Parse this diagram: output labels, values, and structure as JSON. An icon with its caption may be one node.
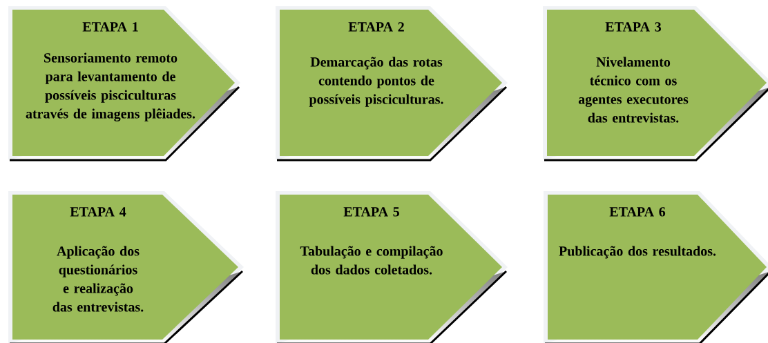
{
  "diagram": {
    "nodes": [
      {
        "text": [
          "ETAPA 1",
          "Sensoriamento remoto para levantamento de possíveis pisciculturas através de imagens plêiades."
        ]
      },
      {
        "text": [
          "ETAPA 2",
          "Demarcação das rotas contendo pontos de possíveis pisciculturas."
        ]
      },
      {
        "text": [
          "ETAPA 3",
          "Nivelamento técnico com os agentes executores das entrevistas."
        ]
      },
      {
        "text": [
          "ETAPA 4",
          "Aplicação dos questionários e realização das entrevistas."
        ]
      },
      {
        "text": [
          "ETAPA 5",
          "Tabulação e compilação dos dados coletados."
        ]
      },
      {
        "text": [
          "ETAPA 6",
          "Publicação dos resultados."
        ]
      }
    ]
  }
}
